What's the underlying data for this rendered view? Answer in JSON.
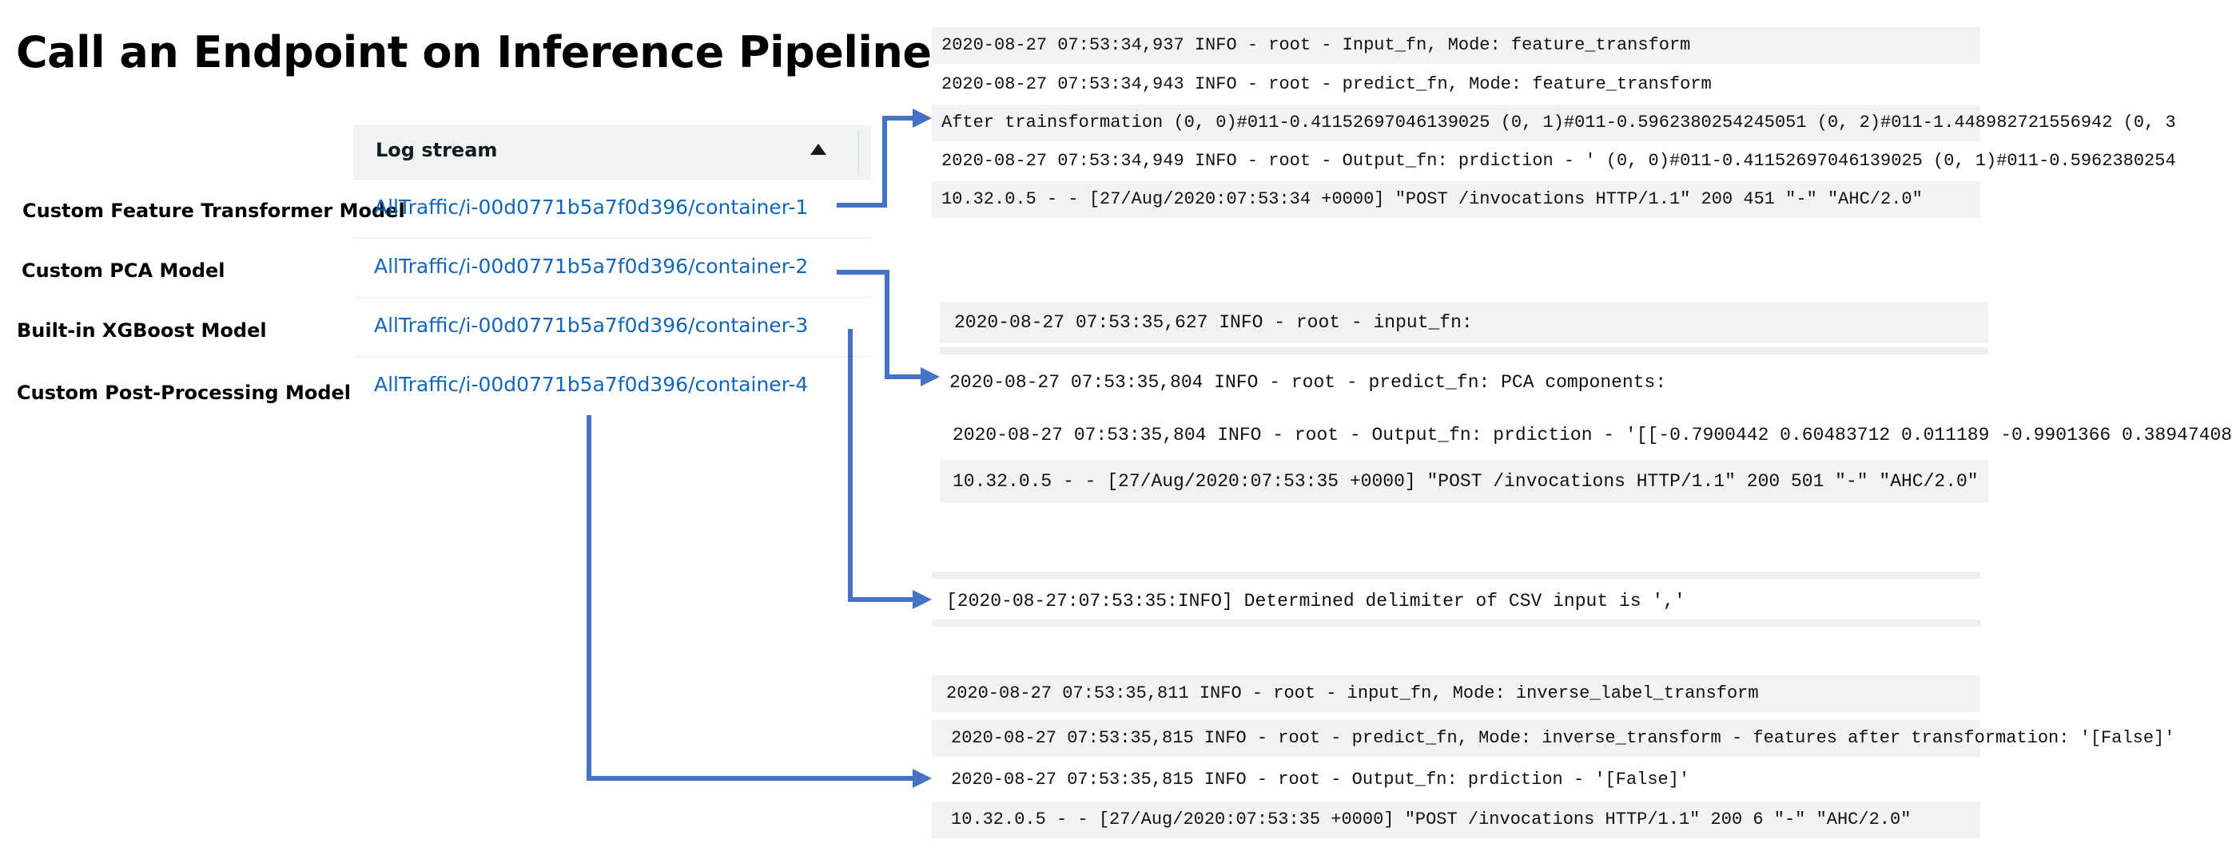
{
  "title": "Call an Endpoint on Inference Pipeline",
  "models": [
    "Custom Feature Transformer Model",
    "Custom PCA Model",
    "Built-in XGBoost Model",
    "Custom Post-Processing Model"
  ],
  "log_table": {
    "header": "Log stream",
    "sort_icon": "caret-up-icon",
    "streams": [
      "AllTraffic/i-00d0771b5a7f0d396/container-1",
      "AllTraffic/i-00d0771b5a7f0d396/container-2",
      "AllTraffic/i-00d0771b5a7f0d396/container-3",
      "AllTraffic/i-00d0771b5a7f0d396/container-4"
    ]
  },
  "logs": {
    "container1": [
      "2020-08-27 07:53:34,937 INFO - root - Input_fn, Mode: feature_transform",
      "2020-08-27 07:53:34,943 INFO - root - predict_fn, Mode: feature_transform",
      "After trainsformation (0, 0)#011-0.41152697046139025 (0, 1)#011-0.5962380254245051 (0, 2)#011-1.448982721556942 (0, 3",
      "2020-08-27 07:53:34,949 INFO - root - Output_fn: prdiction - ' (0, 0)#011-0.41152697046139025 (0, 1)#011-0.5962380254",
      "10.32.0.5 - - [27/Aug/2020:07:53:34 +0000] \"POST /invocations HTTP/1.1\" 200 451 \"-\" \"AHC/2.0\""
    ],
    "container2": [
      "2020-08-27 07:53:35,627 INFO - root - input_fn:",
      "2020-08-27 07:53:35,804 INFO - root - predict_fn: PCA components:",
      "2020-08-27 07:53:35,804 INFO - root - Output_fn: prdiction - '[[-0.7900442 0.60483712 0.011189 -0.9901366 0.38947408",
      "10.32.0.5 - - [27/Aug/2020:07:53:35 +0000] \"POST /invocations HTTP/1.1\" 200 501 \"-\" \"AHC/2.0\""
    ],
    "container3": [
      "[2020-08-27:07:53:35:INFO] Determined delimiter of CSV input is ','"
    ],
    "container4": [
      "2020-08-27 07:53:35,811 INFO - root - input_fn, Mode: inverse_label_transform",
      "2020-08-27 07:53:35,815 INFO - root - predict_fn, Mode: inverse_transform - features after transformation: '[False]'",
      "2020-08-27 07:53:35,815 INFO - root - Output_fn: prdiction - '[False]'",
      "10.32.0.5 - - [27/Aug/2020:07:53:35 +0000] \"POST /invocations HTTP/1.1\" 200 6 \"-\" \"AHC/2.0\""
    ]
  },
  "colors": {
    "arrow": "#4472c4",
    "link": "#1166bb"
  }
}
